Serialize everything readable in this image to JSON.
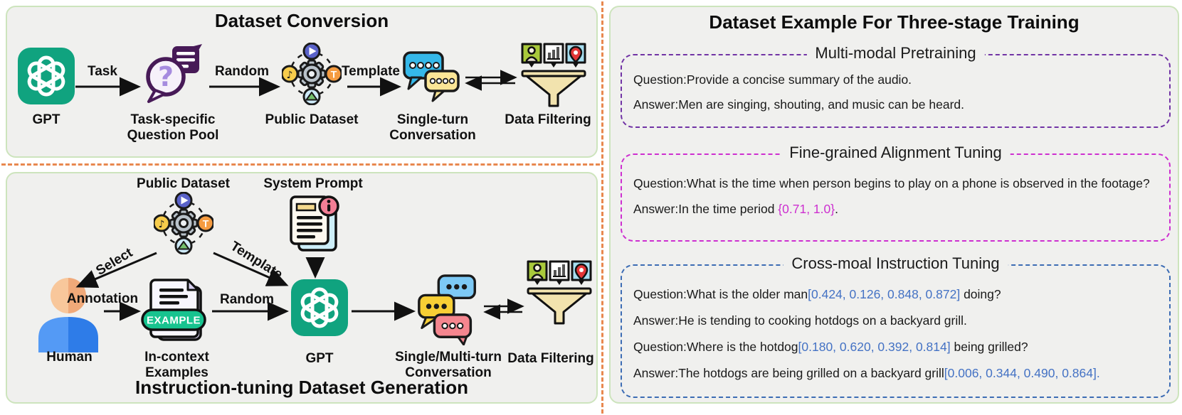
{
  "colors": {
    "panel_bg": "#f0f0ee",
    "panel_border_green": "#cde4bd",
    "divider_orange": "#e8884f",
    "pretraining_purple": "#7133a5",
    "alignment_magenta": "#cd2fd0",
    "instruction_blue": "#3c6cb4",
    "coordinate_blue": "#4472c4",
    "gpt_green": "#10a37f"
  },
  "conversion": {
    "title": "Dataset Conversion",
    "arrows": {
      "task": "Task",
      "random": "Random",
      "template": "Template"
    },
    "nodes": {
      "gpt": "GPT",
      "pool_line1": "Task-specific",
      "pool_line2": "Question Pool",
      "dataset": "Public Dataset",
      "conv_line1": "Single-turn",
      "conv_line2": "Conversation",
      "filter": "Data Filtering"
    }
  },
  "generation": {
    "title": "Instruction-tuning Dataset Generation",
    "arrows": {
      "select": "Select",
      "template": "Template",
      "annotation": "Annotation",
      "random": "Random"
    },
    "nodes": {
      "dataset": "Public Dataset",
      "system_prompt": "System Prompt",
      "human": "Human",
      "incontext_line1": "In-context",
      "incontext_line2": "Examples",
      "example_badge": "EXAMPLE",
      "gpt": "GPT",
      "conv_line1": "Single/Multi-turn",
      "conv_line2": "Conversation",
      "filter": "Data Filtering"
    }
  },
  "examples": {
    "title": "Dataset Example For Three-stage Training",
    "boxes": [
      {
        "title": "Multi-modal Pretraining",
        "lines": [
          {
            "pre": "Question:Provide a concise summary of the audio.",
            "colored": "",
            "post": ""
          },
          {
            "pre": "Answer:Men are singing, shouting, and music can be heard.",
            "colored": "",
            "post": ""
          }
        ]
      },
      {
        "title": "Fine-grained Alignment Tuning",
        "lines": [
          {
            "pre": "Question:What is the time when person begins to play on a phone is observed in the footage?",
            "colored": "",
            "post": ""
          },
          {
            "pre": "Answer:In the time period ",
            "colored": "{0.71, 1.0}",
            "post": "."
          }
        ]
      },
      {
        "title": "Cross-moal Instruction Tuning",
        "lines": [
          {
            "pre": "Question:What is the older man",
            "colored": "[0.424, 0.126, 0.848, 0.872]",
            "post": " doing?"
          },
          {
            "pre": "Answer:He is tending to cooking hotdogs on a backyard grill.",
            "colored": "",
            "post": ""
          },
          {
            "pre": "Question:Where is the hotdog",
            "colored": "[0.180, 0.620, 0.392, 0.814]",
            "post": " being grilled?"
          },
          {
            "pre": "Answer:The hotdogs are being grilled on a backyard grill",
            "colored": "[0.006, 0.344, 0.490, 0.864].",
            "post": ""
          }
        ]
      }
    ]
  }
}
